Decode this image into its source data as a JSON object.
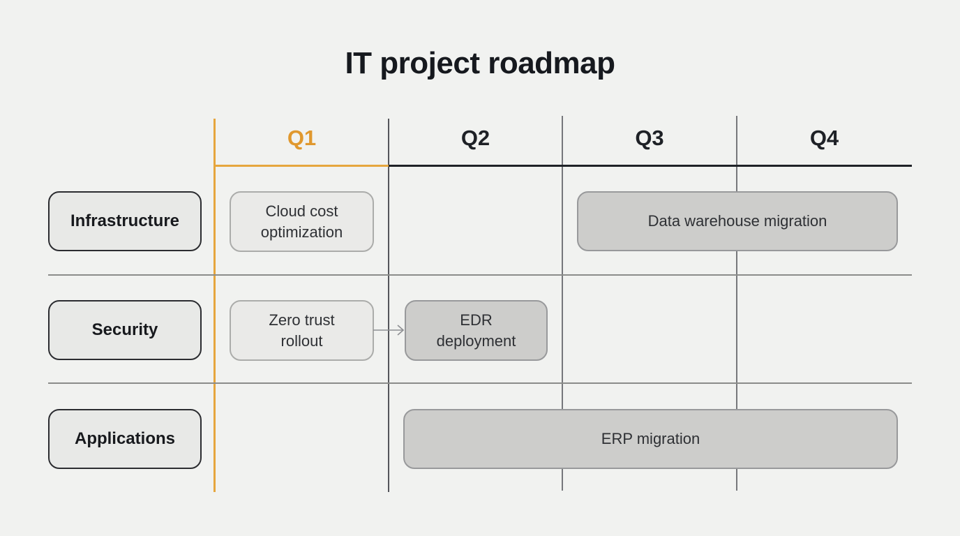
{
  "title": "IT project roadmap",
  "columns": [
    {
      "label": "Q1",
      "highlighted": true
    },
    {
      "label": "Q2",
      "highlighted": false
    },
    {
      "label": "Q3",
      "highlighted": false
    },
    {
      "label": "Q4",
      "highlighted": false
    }
  ],
  "rows": [
    {
      "label": "Infrastructure"
    },
    {
      "label": "Security"
    },
    {
      "label": "Applications"
    }
  ],
  "tasks": [
    {
      "label": "Cloud cost optimization",
      "row": "Infrastructure",
      "start": "Q1",
      "end": "Q1",
      "shade": "light"
    },
    {
      "label": "Data warehouse migration",
      "row": "Infrastructure",
      "start": "Q3",
      "end": "Q4",
      "shade": "dark"
    },
    {
      "label": "Zero trust rollout",
      "row": "Security",
      "start": "Q1",
      "end": "Q1",
      "shade": "light"
    },
    {
      "label": "EDR deployment",
      "row": "Security",
      "start": "Q2",
      "end": "Q2",
      "shade": "dark"
    },
    {
      "label": "ERP migration",
      "row": "Applications",
      "start": "Q2",
      "end": "Q4",
      "shade": "dark"
    }
  ],
  "connections": [
    {
      "from": "Zero trust rollout",
      "to": "EDR deployment"
    }
  ],
  "colors": {
    "background": "#F1F2F0",
    "accent_orange": "#E6A63E",
    "header_text": "#1E2126",
    "highlighted_header_text": "#E0982E",
    "dark_underline": "#1F2227",
    "grid_line": "#8B8C8A",
    "label_box_fill": "#E8E9E7",
    "label_box_border": "#2B2C30",
    "task_light_fill": "#EAEAE8",
    "task_light_border": "#ABACAA",
    "task_dark_fill": "#CDCDCB",
    "task_dark_border": "#98999B",
    "arrow": "#8E8F93"
  }
}
